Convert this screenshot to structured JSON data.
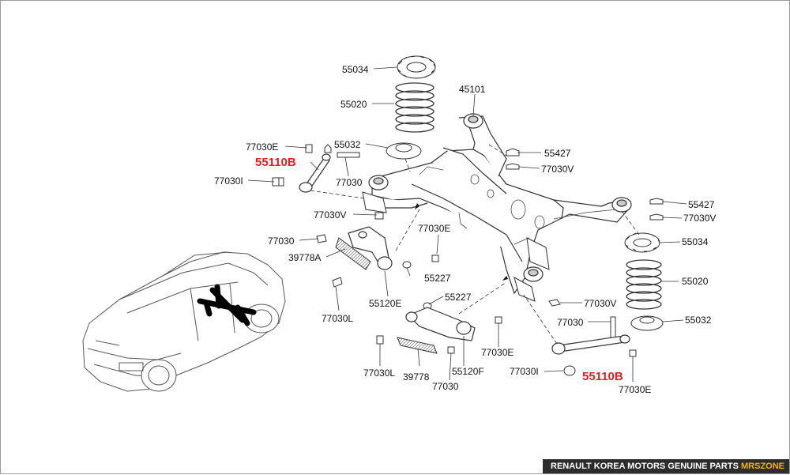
{
  "labels": {
    "l55034_top": "55034",
    "l55020_top": "55020",
    "l55032_top": "55032",
    "l45101": "45101",
    "l55427_top": "55427",
    "l77030V_top": "77030V",
    "l77030E_topleft": "77030E",
    "l55110B_left": "55110B",
    "l77030_topleft": "77030",
    "l77030I_left": "77030I",
    "l77030V_left": "77030V",
    "l77030E_mid": "77030E",
    "l77030_left": "77030",
    "l39778A": "39778A",
    "l55227_mid": "55227",
    "l77030L_left": "77030L",
    "l55120E": "55120E",
    "l55227_low": "55227",
    "l77030E_low": "77030E",
    "l77030L_low": "77030L",
    "l39778": "39778",
    "l55120F": "55120F",
    "l77030_low": "77030",
    "l55427_right": "55427",
    "l77030V_right": "77030V",
    "l55034_right": "55034",
    "l55020_right": "55020",
    "l77030V_lowright": "77030V",
    "l77030_right": "77030",
    "l55032_right": "55032",
    "l77030I_right": "77030I",
    "l55110B_right": "55110B",
    "l77030E_right": "77030E"
  },
  "footer": {
    "main": "RENAULT KOREA MOTORS GENUINE PARTS ",
    "brand": "MRSZONE"
  },
  "colors": {
    "highlight": "#e02020",
    "line": "#333333",
    "footer_bg": "#2d2d2d",
    "footer_brand": "#f5b400"
  }
}
